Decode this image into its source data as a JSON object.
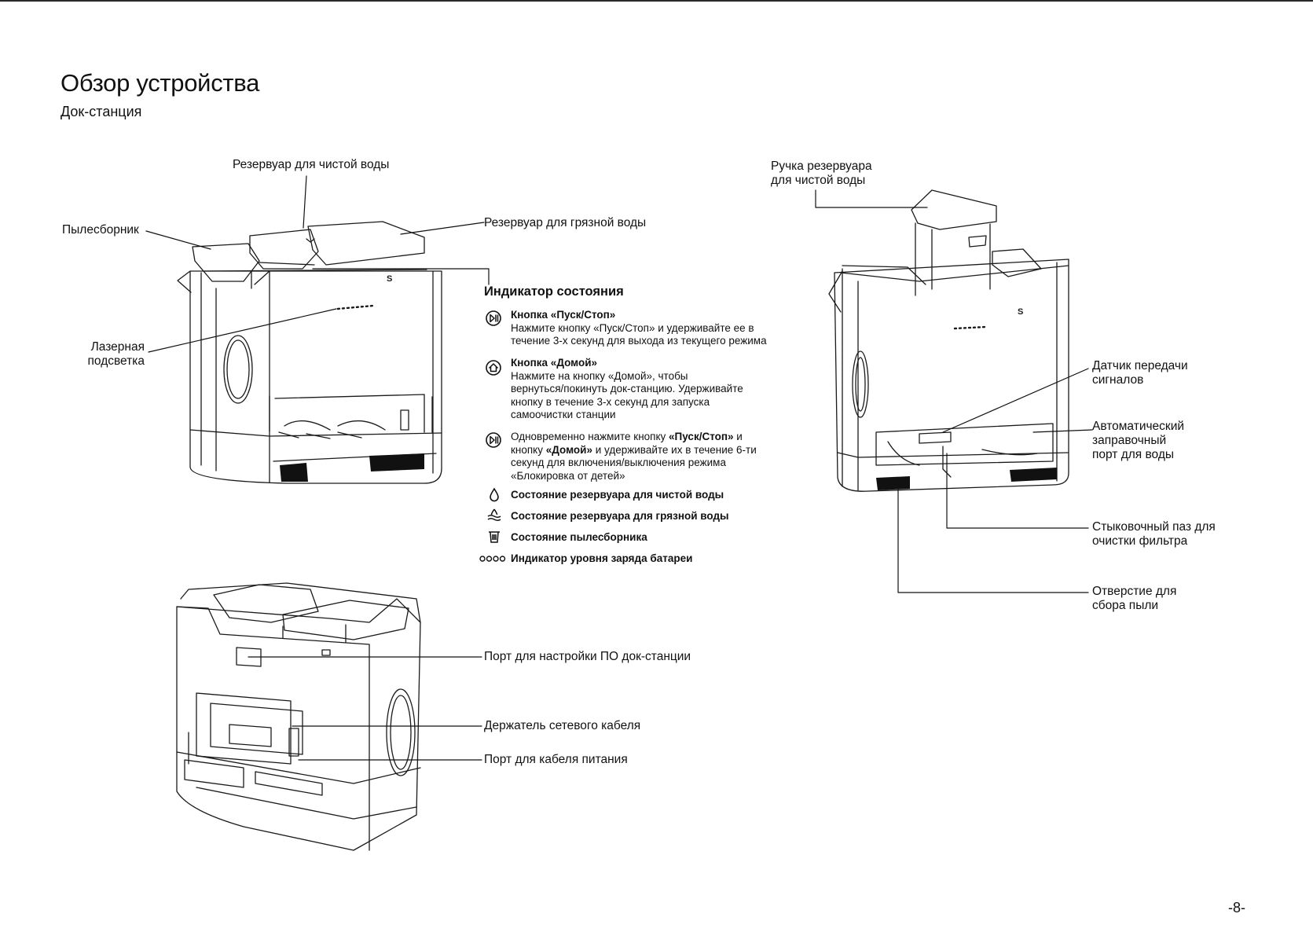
{
  "page": {
    "title": "Обзор устройства",
    "subtitle": "Док-станция",
    "number": "-8-"
  },
  "front_view": {
    "labels": {
      "clean_tank": "Резервуар для чистой воды",
      "dust_bin": "Пылесборник",
      "dirty_tank": "Резервуар для грязной воды",
      "laser": "Лазерная\nподсветка"
    }
  },
  "indicator": {
    "heading": "Индикатор состояния",
    "items": [
      {
        "icon": "play-pause-icon",
        "title": "Кнопка «Пуск/Стоп»",
        "text": "Нажмите кнопку «Пуск/Стоп» и удерживайте ее в\nтечение 3-х секунд для выхода из текущего режима"
      },
      {
        "icon": "home-icon",
        "title": "Кнопка «Домой»",
        "text": "Нажмите на кнопку «Домой», чтобы\nвернуться/покинуть док-станцию. Удерживайте\nкнопку в течение 3-х секунд для запуска\nсамоочистки станции"
      },
      {
        "icon": "play-pause-icon",
        "text_parts": [
          "Одновременно нажмите кнопку ",
          "«Пуск/Стоп»",
          " и",
          "кнопку ",
          "«Домой»",
          " и удерживайте их в течение 6-ти",
          "секунд для включения/выключения режима",
          "«Блокировка от детей»"
        ]
      },
      {
        "icon": "water-drop-icon",
        "title": "Состояние резервуара для чистой воды"
      },
      {
        "icon": "dirty-water-icon",
        "title": "Состояние резервуара для грязной воды"
      },
      {
        "icon": "trash-bin-icon",
        "title": "Состояние пылесборника"
      },
      {
        "icon": "battery-dots-icon",
        "title": "Индикатор уровня заряда батареи"
      }
    ]
  },
  "side_view": {
    "labels": {
      "handle": "Ручка резервуара\nдля чистой воды",
      "signal_sensor": "Датчик передачи\nсигналов",
      "auto_refill": "Автоматический\nзаправочный\nпорт для воды",
      "dock_slot": "Стыковочный паз для\nочистки фильтра",
      "dust_hole": "Отверстие для\nсбора пыли"
    }
  },
  "back_view": {
    "labels": {
      "fw_port": "Порт для настройки ПО док-станции",
      "cable_holder": "Держатель сетевого кабеля",
      "power_port": "Порт для кабеля питания"
    }
  },
  "colors": {
    "ink": "#111111",
    "line": "#1a1a1a",
    "dark_fill": "#111111"
  }
}
